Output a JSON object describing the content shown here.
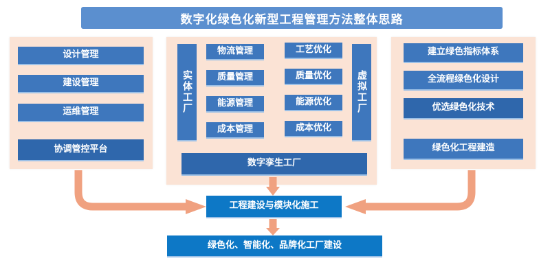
{
  "title": "数字化绿色化新型工程管理方法整体思路",
  "left_panel": {
    "items": [
      "设计管理",
      "建设管理",
      "运维管理"
    ],
    "platform": "协调管控平台"
  },
  "center_panel": {
    "entity_factory": "实体工厂",
    "virtual_factory": "虚拟工厂",
    "management": [
      "物流管理",
      "质量管理",
      "能源管理",
      "成本管理"
    ],
    "optimization": [
      "工艺优化",
      "质量优化",
      "能源优化",
      "成本优化"
    ],
    "digital_twin": "数字孪生工厂"
  },
  "right_panel": {
    "items": [
      "建立绿色指标体系",
      "全流程绿色化设计",
      "优选绿色化技术"
    ],
    "construction": "绿色化工程建造"
  },
  "bottom": {
    "construction": "工程建设与模块化施工",
    "result": "绿色化、智能化、品牌化工厂建设"
  },
  "colors": {
    "panel_bg": "#fbe3d5",
    "box_blue": "#3e77bd",
    "box_dark": "#2f67ac",
    "title_bg": "#5b8fcf",
    "arrow": "#f0a180"
  }
}
